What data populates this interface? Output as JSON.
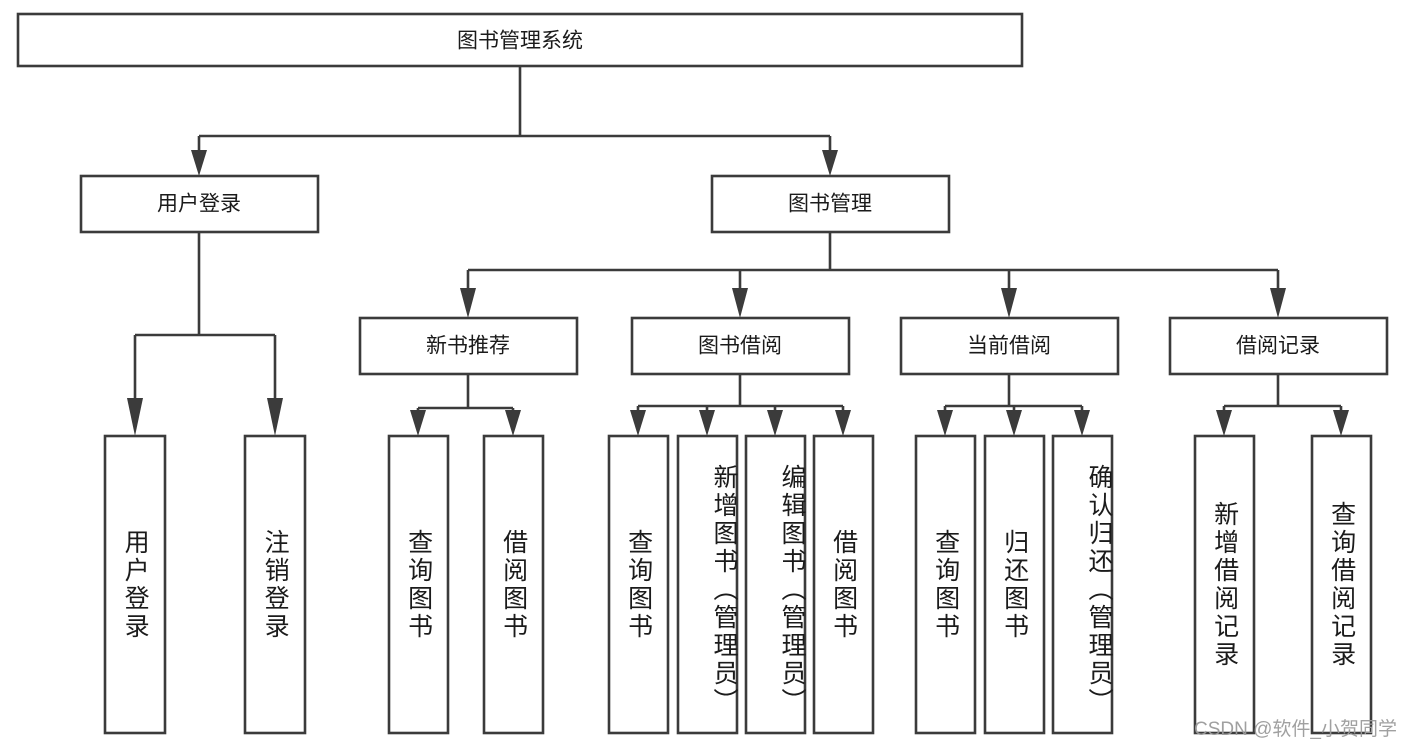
{
  "diagram": {
    "type": "tree",
    "title": "图书管理系统",
    "watermark": "CSDN @软件_小贺同学",
    "colors": {
      "stroke": "#3b3b3b",
      "fill": "#ffffff",
      "text": "#1b1b1b",
      "watermark": "#9b9b9b"
    },
    "levels": {
      "root": "图书管理系统",
      "level2": [
        "用户登录",
        "图书管理"
      ],
      "level3": [
        "新书推荐",
        "图书借阅",
        "当前借阅",
        "借阅记录"
      ]
    },
    "nodes": {
      "root": {
        "label": "图书管理系统"
      },
      "user_login": {
        "label": "用户登录"
      },
      "book_manage": {
        "label": "图书管理"
      },
      "new_book_rec": {
        "label": "新书推荐"
      },
      "book_borrow": {
        "label": "图书借阅"
      },
      "current_borrow": {
        "label": "当前借阅"
      },
      "borrow_record": {
        "label": "借阅记录"
      }
    },
    "leaves": {
      "user_login": [
        "用户登录",
        "注销登录"
      ],
      "new_book_rec": [
        "查询图书",
        "借阅图书"
      ],
      "book_borrow": [
        "查询图书",
        "新增图书（管理员）",
        "编辑图书（管理员）",
        "借阅图书"
      ],
      "current_borrow": [
        "查询图书",
        "归还图书",
        "确认归还（管理员）"
      ],
      "borrow_record": [
        "新增借阅记录",
        "查询借阅记录"
      ]
    }
  }
}
